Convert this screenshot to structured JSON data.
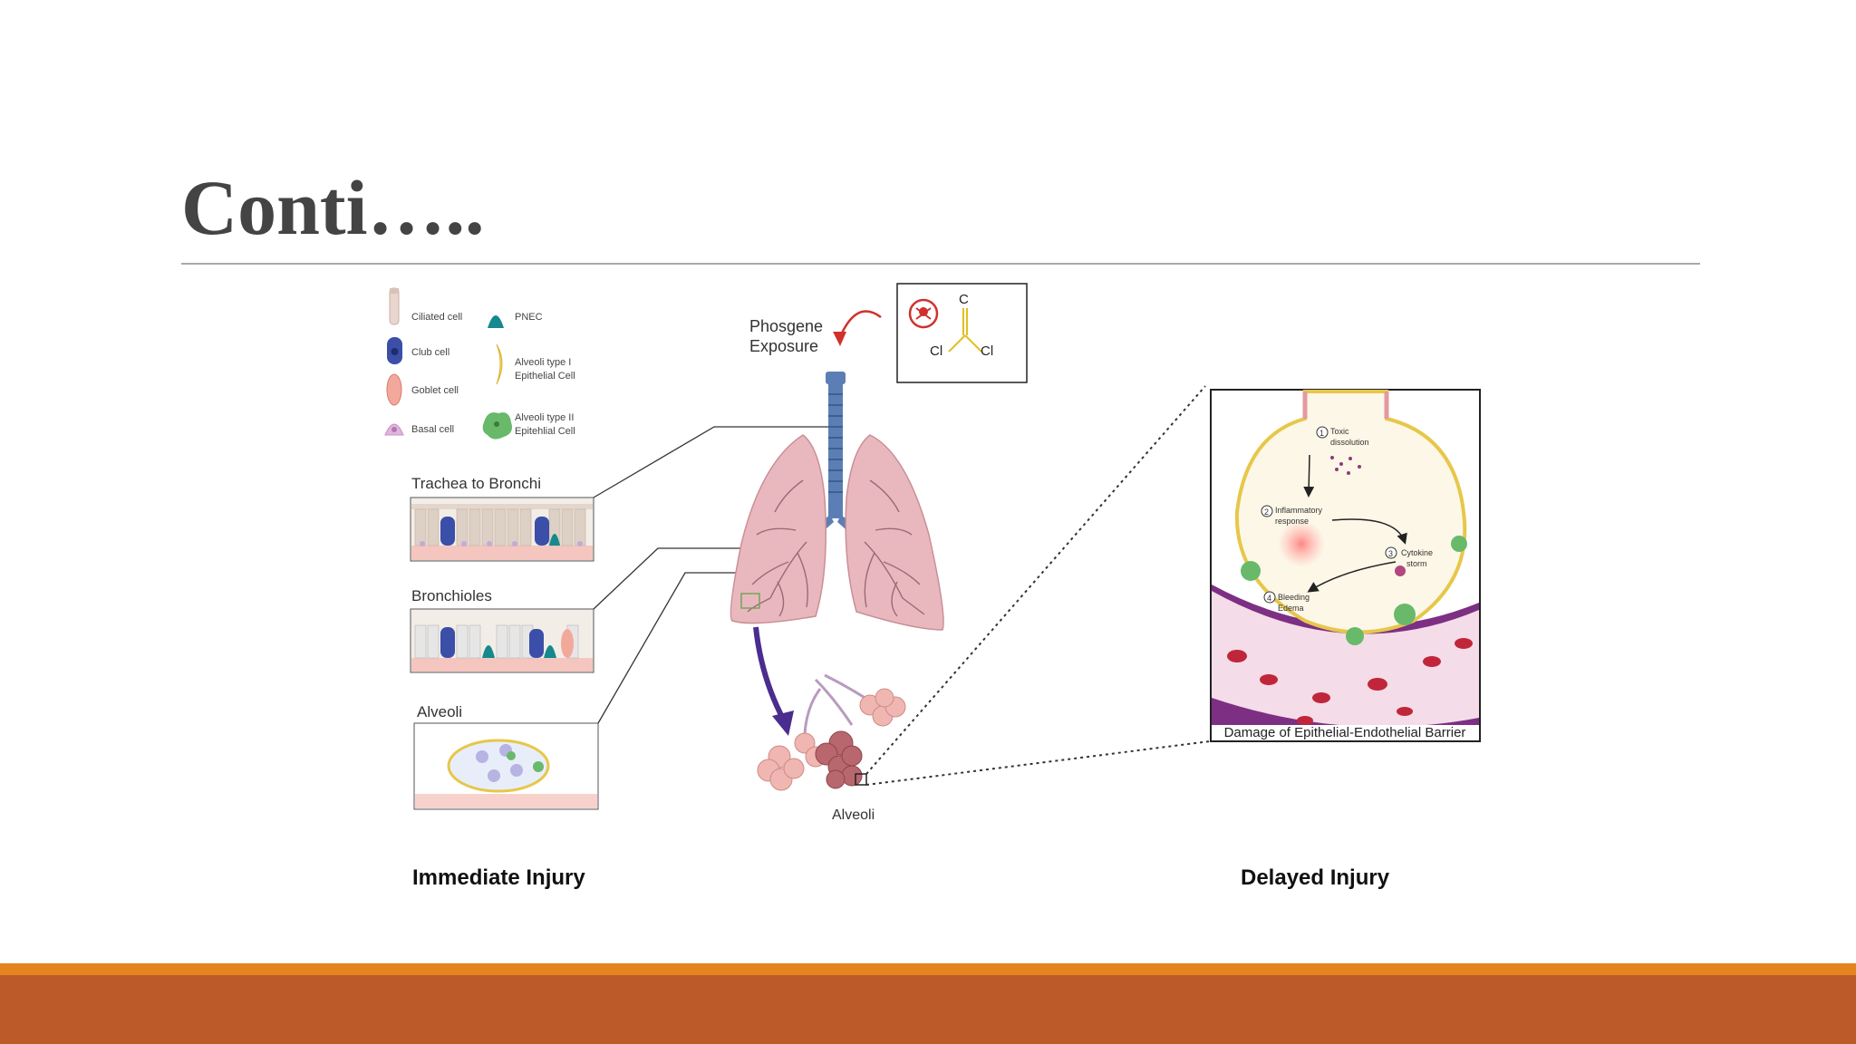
{
  "slide": {
    "title": "Conti…..",
    "accent_colors": {
      "footer_top": "#e4841e",
      "footer_bottom": "#bd5a2a",
      "title": "#444444"
    }
  },
  "diagram": {
    "legend": [
      {
        "label": "Ciliated cell"
      },
      {
        "label": "Club cell"
      },
      {
        "label": "Goblet cell"
      },
      {
        "label": "Basal cell"
      },
      {
        "label": "PNEC"
      },
      {
        "label": "Alveoli type I",
        "label2": "Epithelial Cell"
      },
      {
        "label": "Alveoli type II",
        "label2": "Epitehlial Cell"
      }
    ],
    "panels": {
      "trachea": "Trachea to Bronchi",
      "bronchioles": "Bronchioles",
      "alveoli": "Alveoli"
    },
    "exposure": {
      "line1": "Phosgene",
      "line2": "Exposure"
    },
    "molecule": {
      "carbon": "C",
      "cl_left": "Cl",
      "cl_right": "Cl"
    },
    "alveoli_label": "Alveoli",
    "inset": {
      "steps": [
        {
          "num": "1",
          "line1": "Toxic",
          "line2": "dissolution"
        },
        {
          "num": "2",
          "line1": "Inflammatory",
          "line2": "response"
        },
        {
          "num": "3",
          "line1": "Cytokine",
          "line2": "storm"
        },
        {
          "num": "4",
          "line1": "Bleeding",
          "line2": "Edema"
        }
      ],
      "caption": "Damage of Epithelial-Endothelial Barrier"
    },
    "section_labels": {
      "left": "Immediate Injury",
      "right": "Delayed Injury"
    }
  }
}
